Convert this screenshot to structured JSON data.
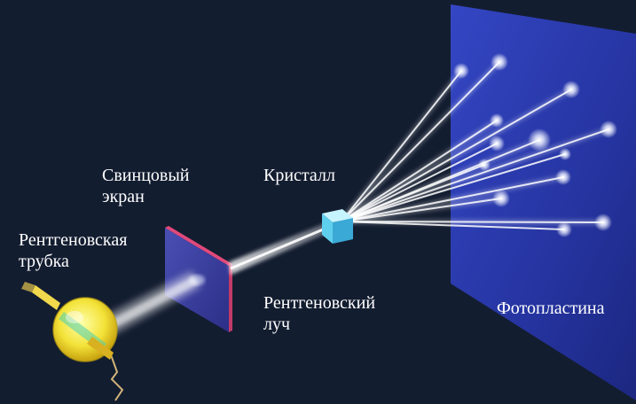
{
  "labels": {
    "screen": [
      "Свинцовый",
      "экран"
    ],
    "crystal": "Кристалл",
    "tube": [
      "Рентгеновская",
      "трубка"
    ],
    "beam": [
      "Рентгеновский",
      "луч"
    ],
    "plate": "Фотопластина"
  },
  "colors": {
    "background": "#131d30",
    "plate": "#2a3aa8",
    "screen": "#3b3fa0",
    "screen_edge": "#e2497a",
    "crystal": "#7fe0ff",
    "tube": "#f5e84a",
    "beam": "#ffffff"
  }
}
